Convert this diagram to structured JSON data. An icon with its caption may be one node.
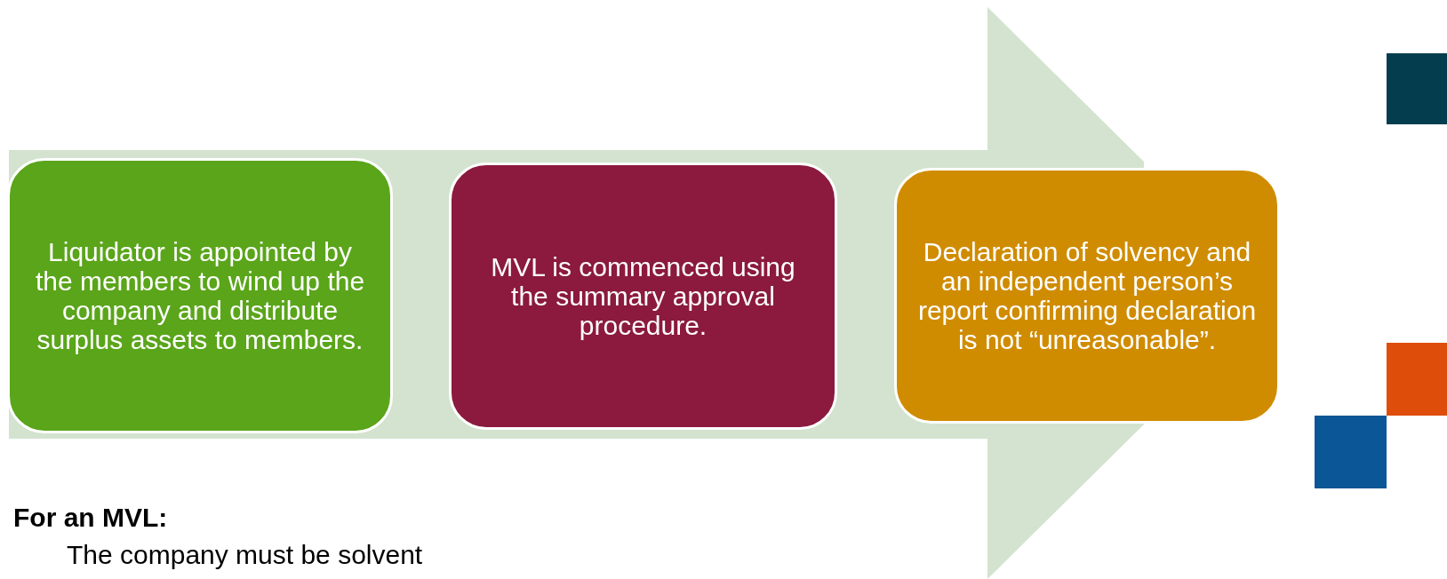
{
  "diagram": {
    "nodes": [
      {
        "text": [
          "Liquidator is appointed by the members to wind up the company and distribute surplus assets to members."
        ]
      },
      {
        "text": [
          "MVL is commenced using the summary approval procedure."
        ]
      },
      {
        "text": [
          "Declaration of solvency and an independent person’s report confirming declaration is not “unreasonable”."
        ]
      }
    ],
    "edges": [],
    "labels": [
      "For an MVL:",
      "The company must be solvent"
    ]
  }
}
